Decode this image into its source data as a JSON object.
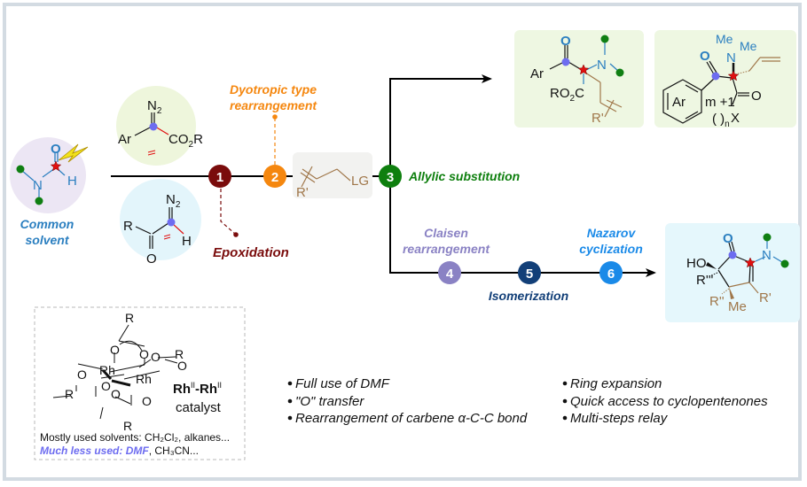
{
  "colors": {
    "frame": "#d3dbe2",
    "step1": "#7a0c0c",
    "step2": "#f5870f",
    "step3": "#0e7f0e",
    "step4": "#8a82c4",
    "step5": "#123f78",
    "step6": "#1a8ae8",
    "blue_label": "#2b7fc0",
    "allyl_brown": "#a0774a",
    "carbene_dot": "#6d6cf0",
    "green_dot": "#0f7f12",
    "star": "#e01010"
  },
  "start": {
    "label_line1": "Common",
    "label_line2": "solvent",
    "atoms": {
      "O": "O",
      "N": "N",
      "H": "H"
    }
  },
  "reagents": {
    "aryl_diazo": {
      "Ar": "Ar",
      "N2": "N",
      "N2_sub": "2",
      "CO2R": "CO",
      "CO2R_sub": "2",
      "CO2R_tail": "R"
    },
    "acyl_diazo": {
      "R": "R",
      "N2": "N",
      "N2_sub": "2",
      "H": "H",
      "O": "O"
    }
  },
  "steps": [
    {
      "num": "1",
      "label": "Epoxidation"
    },
    {
      "num": "2",
      "label_line1": "Dyotropic type",
      "label_line2": "rearrangement"
    },
    {
      "num": "3",
      "label": "Allylic substitution"
    },
    {
      "num": "4",
      "label_line1": "Claisen",
      "label_line2": "rearrangement"
    },
    {
      "num": "5",
      "label": "Isomerization"
    },
    {
      "num": "6",
      "label_line1": "Nazarov",
      "label_line2": "cyclization"
    }
  ],
  "allyl_reagent": {
    "R": "R'",
    "LG": "LG"
  },
  "products": {
    "p1": {
      "O": "O",
      "N": "N",
      "Ar": "Ar",
      "RO2C": "RO",
      "RO2C_sub": "2",
      "RO2C_tail": "C",
      "R": "R'"
    },
    "p2": {
      "Me1": "Me",
      "Me2": "Me",
      "N": "N",
      "O1": "O",
      "O2": "O",
      "Ar": "Ar",
      "ring": "m +1",
      "n": "n",
      "X": "X"
    },
    "p3": {
      "O": "O",
      "N": "N",
      "HO": "HO",
      "R1": "R'''",
      "R2": "R''",
      "Me": "Me",
      "R3": "R'"
    }
  },
  "catalyst": {
    "R": "R",
    "O": "O",
    "Rh": "Rh",
    "name_a": "Rh",
    "name_sup": "II",
    "name_dash": "-",
    "name_b": "Rh",
    "caption": "catalyst",
    "solvents_line1": "Mostly used solvents: CH₂Cl₂, alkanes...",
    "solvents_line2_em": "Much less used: DMF",
    "solvents_line2_rest": ", CH₃CN..."
  },
  "features_left": [
    "Full use of DMF",
    "\"O\" transfer",
    "Rearrangement of carbene α-C-C bond"
  ],
  "features_right": [
    "Ring expansion",
    "Quick access to cyclopentenones",
    "Multi-steps relay"
  ]
}
